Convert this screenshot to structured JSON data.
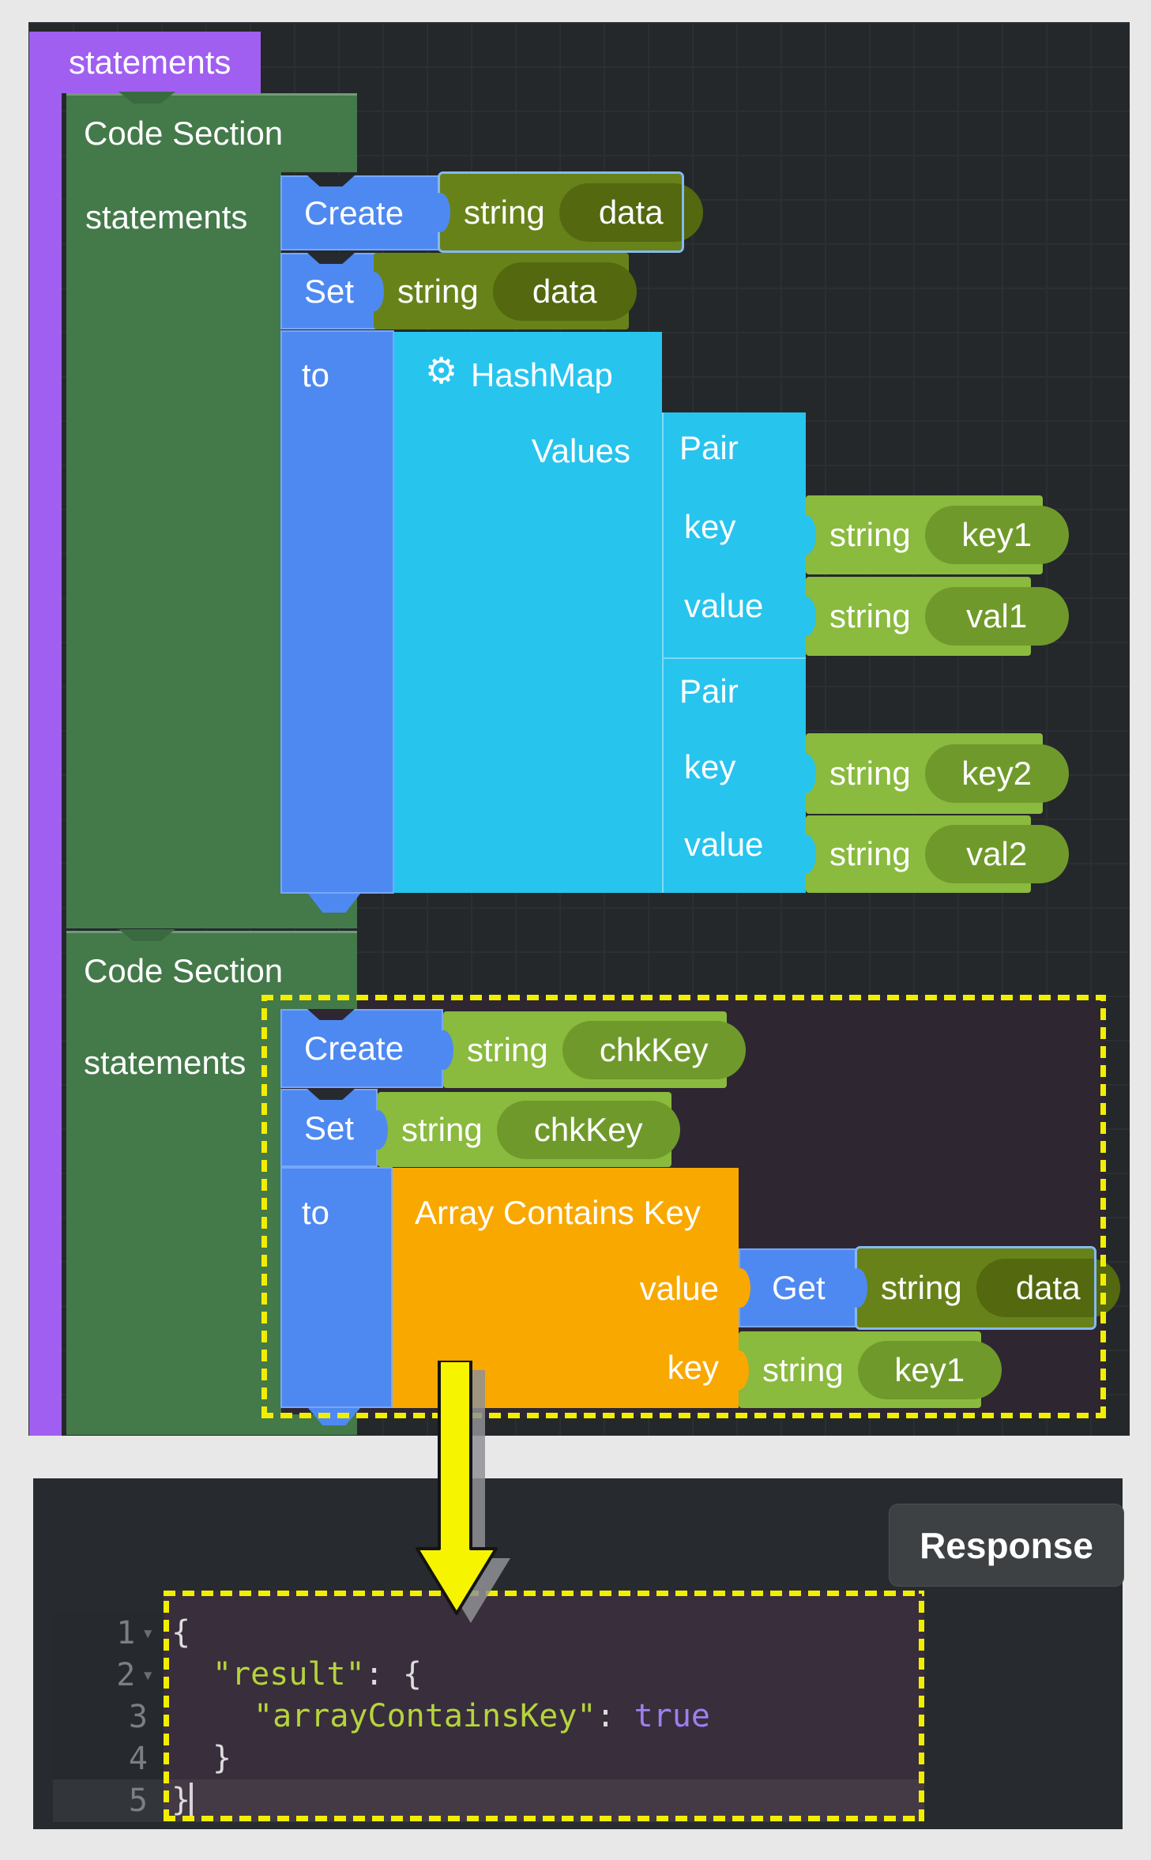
{
  "workspace": {
    "root_label": "statements",
    "sections": [
      {
        "title": "Code Section",
        "statements_label": "statements",
        "create_label": "Create",
        "create_arg": {
          "type": "string",
          "name": "data"
        },
        "set_label": "Set",
        "set_arg": {
          "type": "string",
          "name": "data"
        },
        "to_label": "to",
        "hashmap": {
          "label": "HashMap",
          "values_label": "Values",
          "pairs": [
            {
              "label": "Pair",
              "key_label": "key",
              "value_label": "value",
              "key": {
                "type": "string",
                "name": "key1"
              },
              "value": {
                "type": "string",
                "name": "val1"
              }
            },
            {
              "label": "Pair",
              "key_label": "key",
              "value_label": "value",
              "key": {
                "type": "string",
                "name": "key2"
              },
              "value": {
                "type": "string",
                "name": "val2"
              }
            }
          ]
        }
      },
      {
        "title": "Code Section",
        "statements_label": "statements",
        "create_label": "Create",
        "create_arg": {
          "type": "string",
          "name": "chkKey"
        },
        "set_label": "Set",
        "set_arg": {
          "type": "string",
          "name": "chkKey"
        },
        "to_label": "to",
        "array_contains_key": {
          "label": "Array Contains Key",
          "value_label": "value",
          "key_label": "key",
          "get_label": "Get",
          "get_arg": {
            "type": "string",
            "name": "data"
          },
          "key_arg": {
            "type": "string",
            "name": "key1"
          }
        }
      }
    ]
  },
  "response_panel": {
    "tab_label": "Response",
    "editor": {
      "lines": [
        {
          "num": "1",
          "key": "",
          "plain": "{",
          "bool": ""
        },
        {
          "num": "2",
          "key": "\"result\"",
          "plain": ": {",
          "bool": ""
        },
        {
          "num": "3",
          "key": "\"arrayContainsKey\"",
          "plain": ": ",
          "bool": "true"
        },
        {
          "num": "4",
          "key": "",
          "plain": "}",
          "bool": ""
        },
        {
          "num": "5",
          "key": "",
          "plain": "}",
          "bool": ""
        }
      ]
    }
  },
  "icons": {
    "gear": "⚙",
    "collapse": "▾"
  },
  "colors": {
    "block_purple": "#a05ff0",
    "block_green": "#44794a",
    "block_blue": "#4e89f2",
    "block_cyan": "#27c4ee",
    "block_olive": "#68821a",
    "block_lime": "#8aba3e",
    "block_orange": "#f9a800",
    "highlight_dash": "#f2ee00",
    "canvas_bg": "#24282b",
    "panel_bg": "#272b2f",
    "code_bg": "#392e3b",
    "code_key": "#b5d43c",
    "code_bool": "#9e7ff0",
    "selection_outline": "#86b9ee"
  }
}
